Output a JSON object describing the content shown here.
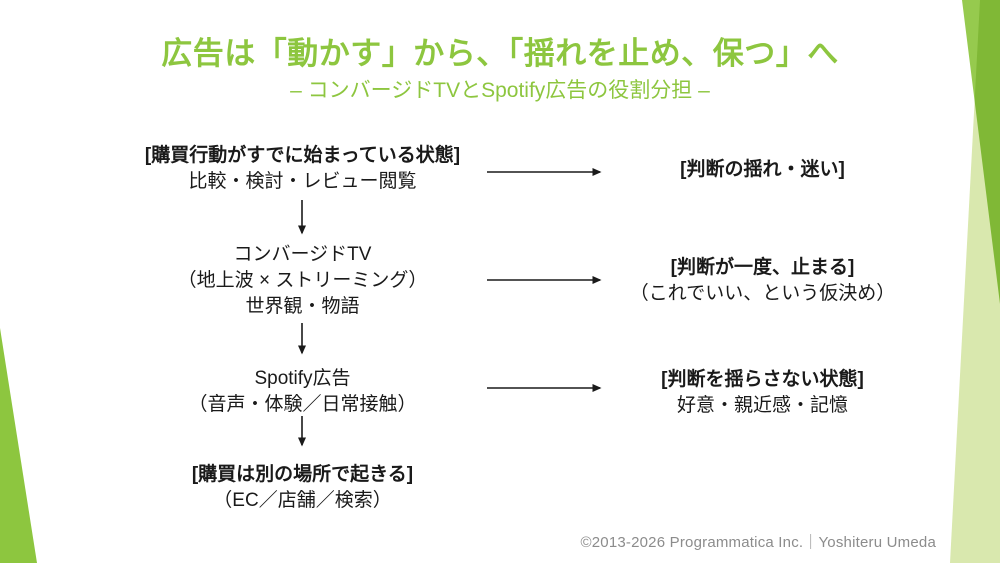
{
  "slide": {
    "title": "広告は「動かす」から、「揺れを止め、保つ」へ",
    "subtitle": "– コンバージドTVとSpotify広告の役割分担 –",
    "footer": "©2013-2026 Programmatica Inc.｜Yoshiteru Umeda"
  },
  "colors": {
    "accent_green": "#8dc63f",
    "light_green": "#d9e8ae",
    "text_black": "#1a1a1a",
    "footer_gray": "#8c8c8c"
  },
  "flow": {
    "left": [
      {
        "title": "[購買行動がすでに始まっている状態]",
        "lines": [
          "比較・検討・レビュー閲覧"
        ]
      },
      {
        "title": "",
        "lines": [
          "コンバージドTV",
          "（地上波 × ストリーミング）",
          "世界観・物語"
        ]
      },
      {
        "title": "",
        "lines": [
          "Spotify広告",
          "（音声・体験／日常接触）"
        ]
      },
      {
        "title": "[購買は別の場所で起きる]",
        "lines": [
          "（EC／店舗／検索）"
        ]
      }
    ],
    "right": [
      {
        "title": "[判断の揺れ・迷い]",
        "lines": []
      },
      {
        "title": "[判断が一度、止まる]",
        "lines": [
          "（これでいい、という仮決め）"
        ]
      },
      {
        "title": "[判断を揺らさない状態]",
        "lines": [
          "好意・親近感・記憶"
        ]
      }
    ]
  }
}
